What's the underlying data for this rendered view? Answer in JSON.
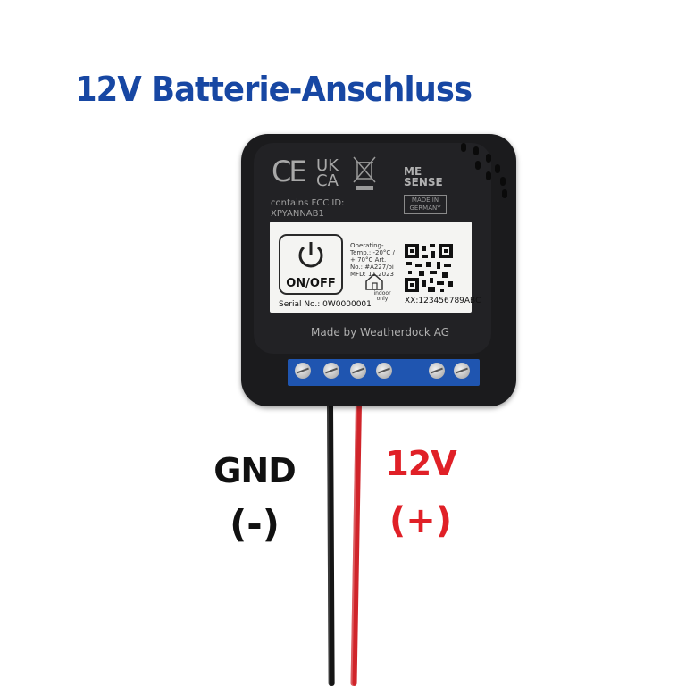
{
  "headline": "12V Batterie-Anschluss",
  "device": {
    "certifications": {
      "ce": "CE",
      "ukca": "UK CA"
    },
    "brand": "ME SENSE",
    "made_in": "MADE IN GERMANY",
    "fcc": "contains FCC ID: XPYANNAB1",
    "label": {
      "button_label": "ON/OFF",
      "operating_info": "Operating-Temp.: -20°C / + 70°C Art. No.: #A227/oi MFD: 11.2023",
      "indoor": "indoor only",
      "serial": "Serial No.: 0W0000001",
      "code": "XX:123456789ABC"
    },
    "manufacturer": "Made by Weatherdock AG"
  },
  "wires": {
    "gnd": {
      "label": "GND",
      "polarity": "(-)",
      "color": "#111111"
    },
    "v12": {
      "label": "12V",
      "polarity": "(+)",
      "color": "#e02027"
    }
  },
  "colors": {
    "headline": "#1747a3",
    "terminal_block": "#1f55b0"
  }
}
